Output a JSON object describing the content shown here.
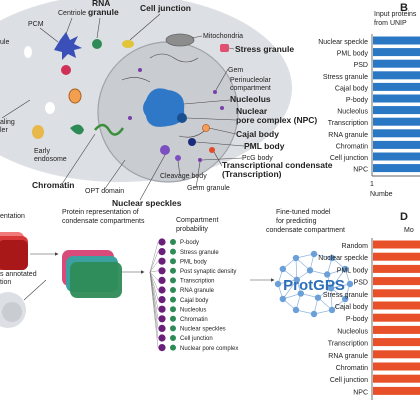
{
  "panel_a": {
    "labels": [
      {
        "id": "centriole",
        "text": "Centriole"
      },
      {
        "id": "pcm",
        "text": "PCM"
      },
      {
        "id": "rna_granule",
        "text": "RNA\ngranule"
      },
      {
        "id": "cell_junction",
        "text": "Cell junction"
      },
      {
        "id": "mitochondria",
        "text": "Mitochondria"
      },
      {
        "id": "stress_granule",
        "text": "Stress granule"
      },
      {
        "id": "gem",
        "text": "Gem"
      },
      {
        "id": "perinucleolar",
        "text": "Perinucleolar\ncompartment"
      },
      {
        "id": "nucleolus",
        "text": "Nucleolus"
      },
      {
        "id": "npc",
        "text": "Nuclear\npore complex (NPC)"
      },
      {
        "id": "cajal",
        "text": "Cajal body"
      },
      {
        "id": "pml",
        "text": "PML body"
      },
      {
        "id": "pcg",
        "text": "PcG body"
      },
      {
        "id": "transcriptional",
        "text": "Transcriptional condensate\n(Transcription)"
      },
      {
        "id": "cleavage",
        "text": "Cleavage body"
      },
      {
        "id": "germ",
        "text": "Germ granule"
      },
      {
        "id": "nuclear_speckles",
        "text": "Nuclear speckles"
      },
      {
        "id": "opt",
        "text": "OPT domain"
      },
      {
        "id": "chromatin",
        "text": "Chromatin"
      },
      {
        "id": "early_endosome",
        "text": "Early\nendosome"
      },
      {
        "id": "aling_ler",
        "text": "aling\nler"
      },
      {
        "id": "ule",
        "text": "ule"
      }
    ]
  },
  "panel_b": {
    "letter": "B",
    "title": "Input proteins\nfrom UNIP",
    "x_axis_label": "Numbe",
    "x_ticks": [
      "1"
    ],
    "bar_color": "#2a77c4",
    "categories": [
      "Nuclear speckle",
      "PML body",
      "PSD",
      "Stress granule",
      "Cajal body",
      "P-body",
      "Nucleolus",
      "Transcription",
      "RNA granule",
      "Chromatin",
      "Cell junction",
      "NPC"
    ]
  },
  "panel_c": {
    "text_protein_rep": "Protein representation of\ncondensate compartments",
    "text_annotated": "s annotated\ntion",
    "text_entation": "entation",
    "compartment_probability_title": "Compartment\nprobability",
    "compartments": [
      "P-body",
      "Stress granule",
      "PML body",
      "Post synaptic density",
      "Transcription",
      "RNA granule",
      "Cajal body",
      "Nucleolus",
      "Chromatin",
      "Nuclear speckles",
      "Cell junction",
      "Nuclear pore complex"
    ],
    "finetuned_text": "Fine-tuned model\nfor predicting\ncondensate compartment",
    "model_name": "ProtGPS",
    "node_color": "#6a9fd8",
    "dot_colors": [
      "#6a1f7a",
      "#2e8b57"
    ]
  },
  "panel_d": {
    "letter": "D",
    "title": "Mo",
    "bar_color": "#e8502a",
    "categories": [
      "Random",
      "Nuclear speckle",
      "PML body",
      "PSD",
      "Stress granule",
      "Cajal body",
      "P-body",
      "Nucleolus",
      "Transcription",
      "RNA granule",
      "Chromatin",
      "Cell junction",
      "NPC"
    ]
  }
}
